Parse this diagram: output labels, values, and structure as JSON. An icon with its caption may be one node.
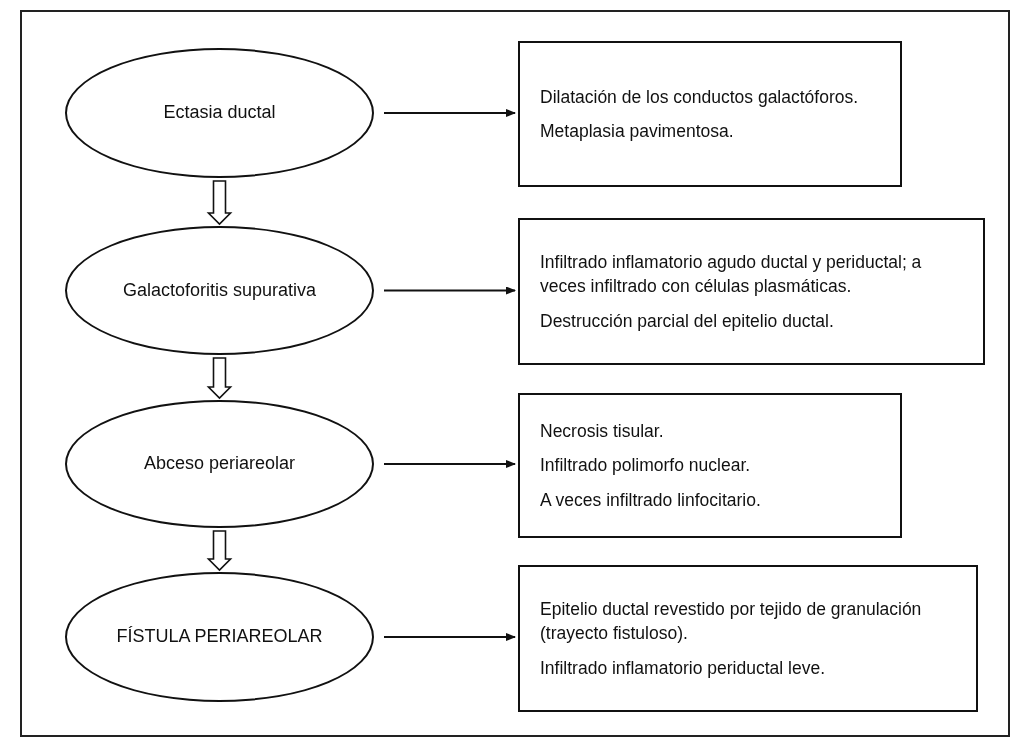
{
  "diagram": {
    "nodes": [
      {
        "text": [
          "Ectasia ductal"
        ]
      },
      {
        "text": [
          "Dilatación de los conductos galactóforos.",
          "Metaplasia pavimentosa."
        ]
      },
      {
        "text": [
          "Galactoforitis supurativa"
        ]
      },
      {
        "text": [
          "Infiltrado inflamatorio agudo ductal y periductal; a veces infiltrado con células plasmáticas.",
          "Destrucción parcial del epitelio ductal."
        ]
      },
      {
        "text": [
          "Abceso periareolar"
        ]
      },
      {
        "text": [
          "Necrosis tisular.",
          "Infiltrado polimorfo nuclear.",
          "A veces infiltrado linfocitario."
        ]
      },
      {
        "text": [
          "FÍSTULA PERIAREOLAR"
        ]
      },
      {
        "text": [
          "Epitelio ductal revestido por tejido de granulación (trayecto fistuloso).",
          "Infiltrado inflamatorio periductal leve."
        ]
      }
    ],
    "edges": [
      {
        "from": 0,
        "to": 1,
        "arrow": "to"
      },
      {
        "from": 2,
        "to": 3,
        "arrow": "to"
      },
      {
        "from": 4,
        "to": 5,
        "arrow": "to"
      },
      {
        "from": 6,
        "to": 7,
        "arrow": "to"
      },
      {
        "from": 0,
        "to": 2,
        "arrow": "to",
        "style": "thick"
      },
      {
        "from": 2,
        "to": 4,
        "arrow": "to",
        "style": "thick"
      },
      {
        "from": 4,
        "to": 6,
        "arrow": "to",
        "style": "thick"
      }
    ]
  }
}
